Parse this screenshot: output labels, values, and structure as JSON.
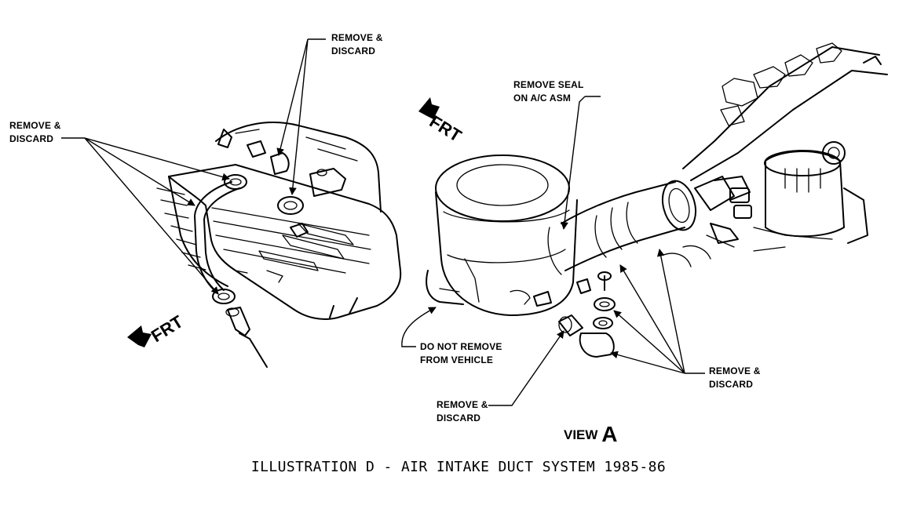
{
  "callouts": {
    "top_remove_discard": [
      "REMOVE &",
      "DISCARD"
    ],
    "left_remove_discard": [
      "REMOVE &",
      "DISCARD"
    ],
    "remove_seal": [
      "REMOVE SEAL",
      "ON A/C ASM"
    ],
    "do_not_remove": [
      "DO NOT REMOVE",
      "FROM VEHICLE"
    ],
    "bottom_remove_discard": [
      "REMOVE &",
      "DISCARD"
    ],
    "right_remove_discard": [
      "REMOVE &",
      "DISCARD"
    ]
  },
  "frt_labels": {
    "left_upper": "FRT",
    "left_lower": "FRT"
  },
  "view": {
    "word": "VIEW",
    "letter": "A"
  },
  "caption": "ILLUSTRATION D - AIR INTAKE DUCT SYSTEM 1985-86"
}
